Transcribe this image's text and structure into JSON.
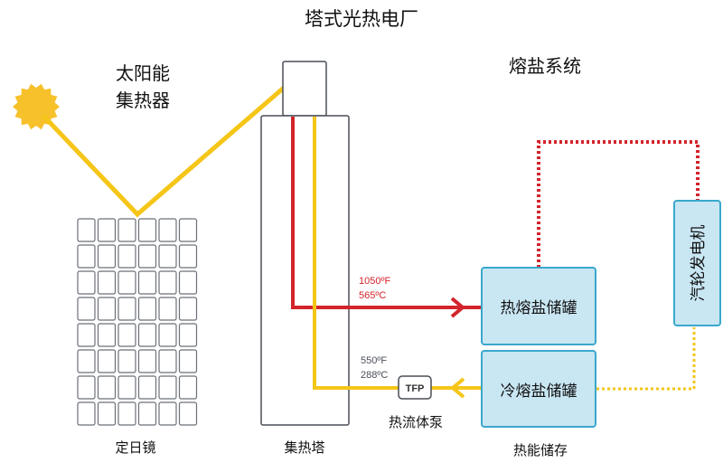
{
  "title": "塔式光热电厂",
  "labels": {
    "collector_line1": "太阳能",
    "collector_line2": "集热器",
    "molten_salt_system": "熔盐系统",
    "heliostat": "定日镜",
    "tower": "集热塔",
    "pump": "热流体泵",
    "storage": "热能储存",
    "hot_tank": "热熔盐储罐",
    "cold_tank": "冷熔盐储罐",
    "generator": "汽轮发电机",
    "pump_box": "TFP"
  },
  "temperatures": {
    "hot_f": "1050ºF",
    "hot_c": "565ºC",
    "cold_f": "550ºF",
    "cold_c": "288ºC"
  },
  "colors": {
    "sun": "#f7c12b",
    "hot_line": "#d3242b",
    "cold_line": "#f5c518",
    "tank_fill": "#c9e6f3",
    "tank_border": "#3aa8cc",
    "outline": "#4a4f57"
  }
}
